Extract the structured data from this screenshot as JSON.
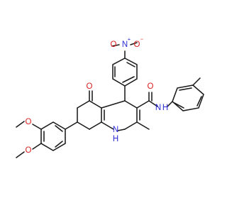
{
  "molecule": {
    "atoms": {
      "nitro_o_left": "O",
      "nitro_n": "N",
      "nitro_plus": "+",
      "nitro_o_right": "O",
      "nitro_minus": "−",
      "keto_o": "O",
      "amide_o": "O",
      "amide_nh": "N",
      "amide_h": "H",
      "ring_n": "N",
      "ring_h": "H",
      "methoxy_o_top": "O",
      "methoxy_o_bottom": "O"
    }
  },
  "colors": {
    "bond": "#1a1a1a",
    "oxygen": "#d81e1e",
    "nitrogen": "#2a2ad8",
    "background": "#ffffff"
  }
}
